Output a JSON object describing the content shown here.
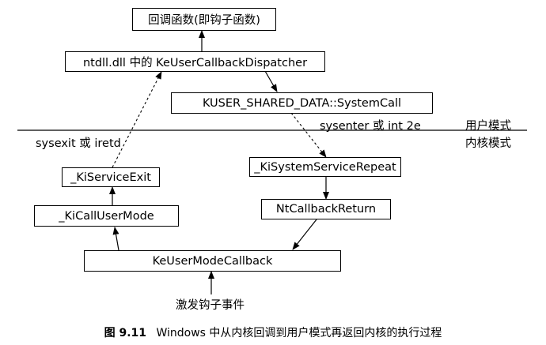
{
  "boxes": {
    "callback_fn": "回调函数(即钩子函数)",
    "dispatcher": "ntdll.dll 中的 KeUserCallbackDispatcher",
    "systemcall": "KUSER_SHARED_DATA::SystemCall",
    "ki_service_exit": "_KiServiceExit",
    "ki_syscall_repeat": "_KiSystemServiceRepeat",
    "ki_call_user_mode": "_KiCallUserMode",
    "nt_callback_return": "NtCallbackReturn",
    "ke_user_mode_callback": "KeUserModeCallback"
  },
  "labels": {
    "sysenter": "sysenter 或 int 2e",
    "user_mode": "用户模式",
    "sysexit": "sysexit 或 iretd",
    "kernel_mode": "内核模式",
    "trigger": "激发钩子事件"
  },
  "caption": {
    "figure_no": "图 9.11",
    "text": "Windows 中从内核回调到用户模式再返回内核的执行过程"
  }
}
